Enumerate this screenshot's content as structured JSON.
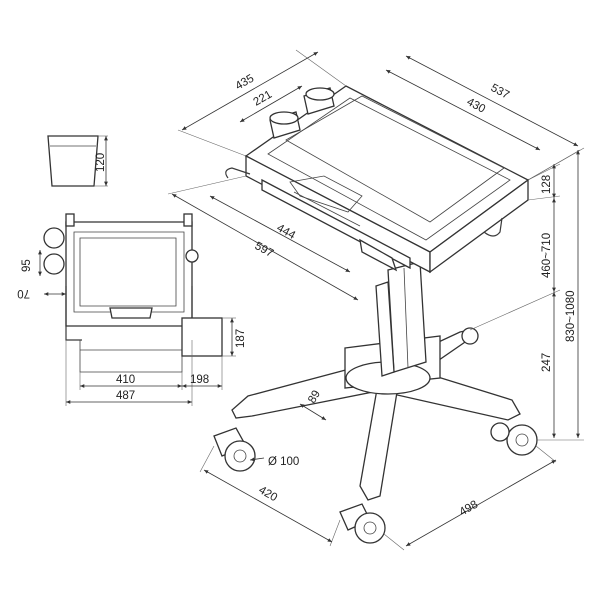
{
  "dimensions": {
    "top_depth": "435",
    "top_width": "537",
    "tray_depth": "221",
    "tray_width": "430",
    "basket_height": "120",
    "side_95": "95",
    "side_70": "70",
    "drawer_width": "444",
    "cart_width": "597",
    "top_thickness": "128",
    "height_adjust": "460~710",
    "total_height": "830~1080",
    "column_height": "247",
    "plan_410": "410",
    "plan_487": "487",
    "plan_198": "198",
    "plan_187": "187",
    "foot_89": "89",
    "caster_diameter": "Ø 100",
    "base_420": "420",
    "base_498": "498"
  },
  "colors": {
    "line": "#3a3a3a",
    "background": "#ffffff"
  }
}
